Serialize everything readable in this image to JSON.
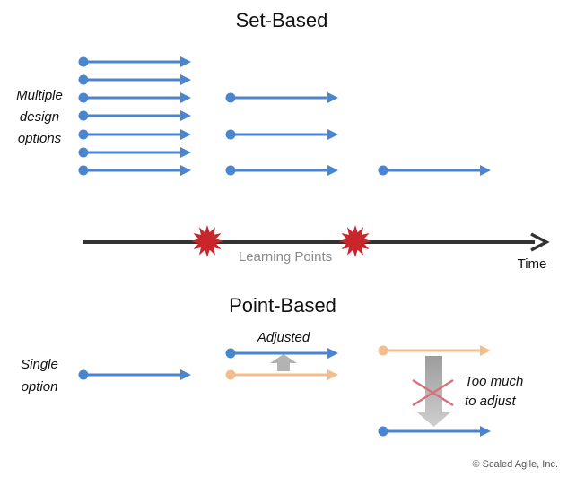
{
  "set_based": {
    "title": "Set-Based",
    "side_label_lines": [
      "Multiple",
      "design",
      "options"
    ]
  },
  "timeline": {
    "learning_label": "Learning Points",
    "time_label": "Time"
  },
  "point_based": {
    "title": "Point-Based",
    "side_label_lines": [
      "Single",
      "option"
    ],
    "adjusted_label": "Adjusted",
    "too_much_lines": [
      "Too much",
      "to adjust"
    ]
  },
  "copyright": "© Scaled Agile, Inc.",
  "colors": {
    "blue": "#4a86d0",
    "orange": "#f4be8c",
    "dark": "#333333",
    "burst": "#c8262b",
    "gray_arrow": "#b3b3b3",
    "cross": "#d8707c"
  }
}
